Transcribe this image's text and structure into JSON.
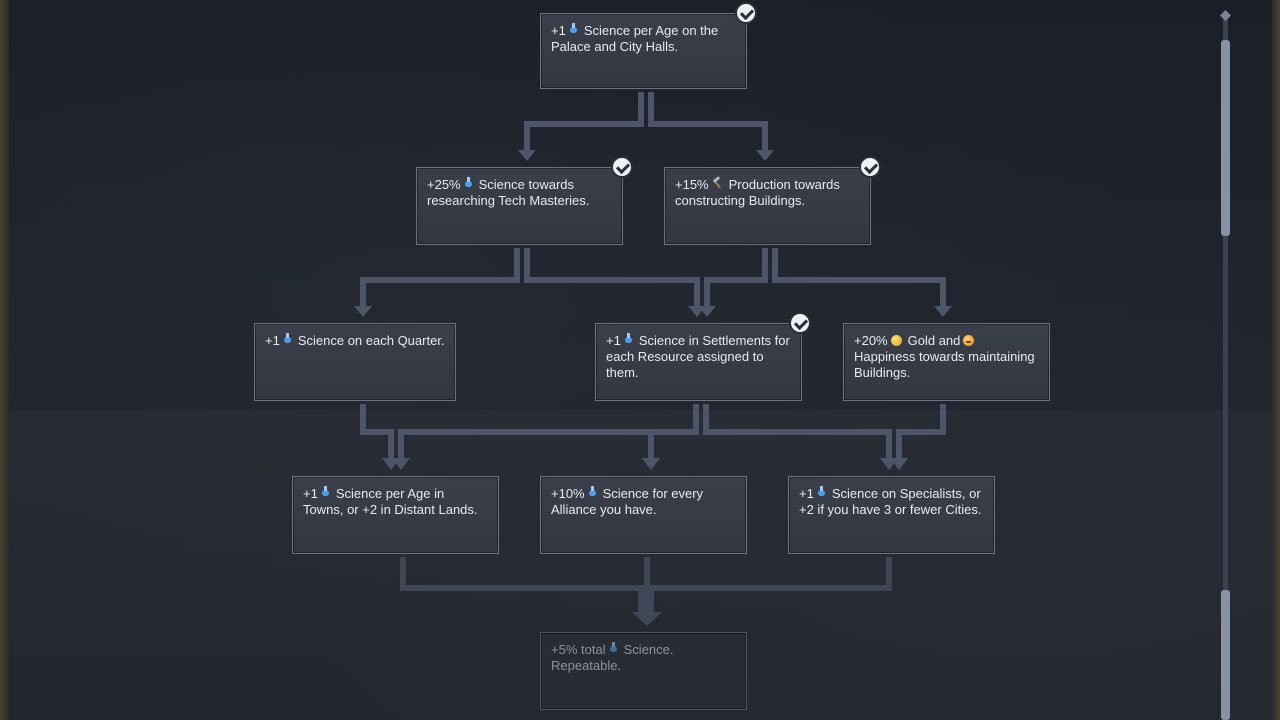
{
  "tree": {
    "nodes": [
      {
        "id": "n0",
        "pre": "+1",
        "icon": "science-icon",
        "text": "Science per Age on the Palace and City Halls.",
        "completed": true
      },
      {
        "id": "n1",
        "pre": "+25%",
        "icon": "science-icon",
        "text": "Science towards researching Tech Masteries.",
        "completed": true
      },
      {
        "id": "n2",
        "pre": "+15%",
        "icon": "production-icon",
        "text": "Production towards constructing Buildings.",
        "completed": true
      },
      {
        "id": "n3",
        "pre": "+1",
        "icon": "science-icon",
        "text": "Science on each Quarter.",
        "completed": false
      },
      {
        "id": "n4",
        "pre": "+1",
        "icon": "science-icon",
        "text": "Science in Settlements for each Resource assigned to them.",
        "completed": true
      },
      {
        "id": "n5",
        "pre": "+20%",
        "icon": "gold-icon",
        "text1": "Gold and",
        "icon2": "happiness-icon",
        "text2": " Happiness towards maintaining Buildings.",
        "completed": false
      },
      {
        "id": "n6",
        "pre": "+1",
        "icon": "science-icon",
        "text": "Science per Age in Towns, or +2 in Distant Lands.",
        "completed": false
      },
      {
        "id": "n7",
        "pre": "+10%",
        "icon": "science-icon",
        "text": "Science for every Alliance you have.",
        "completed": false
      },
      {
        "id": "n8",
        "pre": "+1",
        "icon": "science-icon",
        "text": "Science on Specialists, or +2 if you have 3 or fewer Cities.",
        "completed": false
      },
      {
        "id": "n9",
        "pre": "+5% total",
        "icon": "science-icon",
        "text": "Science. Repeatable.",
        "completed": false
      }
    ]
  },
  "colors": {
    "connector": "#4d5668",
    "science": "#4aa0f0",
    "node_border": "#6b7383"
  }
}
